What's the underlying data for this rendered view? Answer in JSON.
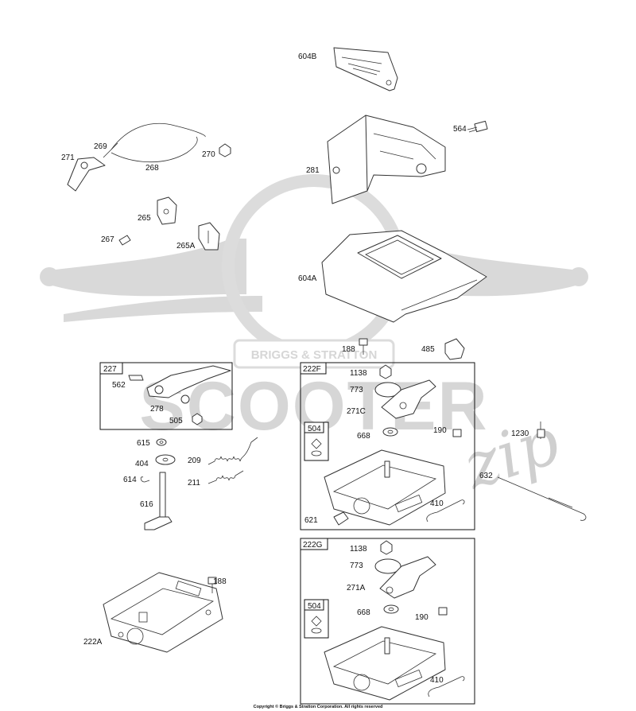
{
  "watermark": {
    "brand": "BRIGGS & STRATTON",
    "main": "SCOOTER",
    "script": "zip"
  },
  "labels": {
    "l604B": "604B",
    "l564": "564",
    "l281": "281",
    "l271": "271",
    "l269": "269",
    "l268": "268",
    "l270": "270",
    "l265": "265",
    "l267": "267",
    "l265A": "265A",
    "l604A": "604A",
    "l188a": "188",
    "l485": "485",
    "l562": "562",
    "l278": "278",
    "l505": "505",
    "l615": "615",
    "l404": "404",
    "l209": "209",
    "l614": "614",
    "l211": "211",
    "l616": "616",
    "l188b": "188",
    "l222A": "222A",
    "l1138a": "1138",
    "l773a": "773",
    "l271C": "271C",
    "l668a": "668",
    "l190a": "190",
    "l1230": "1230",
    "l632": "632",
    "l410a": "410",
    "l621": "621",
    "l1138b": "1138",
    "l773b": "773",
    "l271A": "271A",
    "l668b": "668",
    "l190b": "190",
    "l410b": "410"
  },
  "boxes": {
    "b227": "227",
    "b222F": "222F",
    "b504a": "504",
    "b222G": "222G",
    "b504b": "504"
  },
  "copyright": "Copyright © Briggs & Stratton Corporation. All rights reserved"
}
